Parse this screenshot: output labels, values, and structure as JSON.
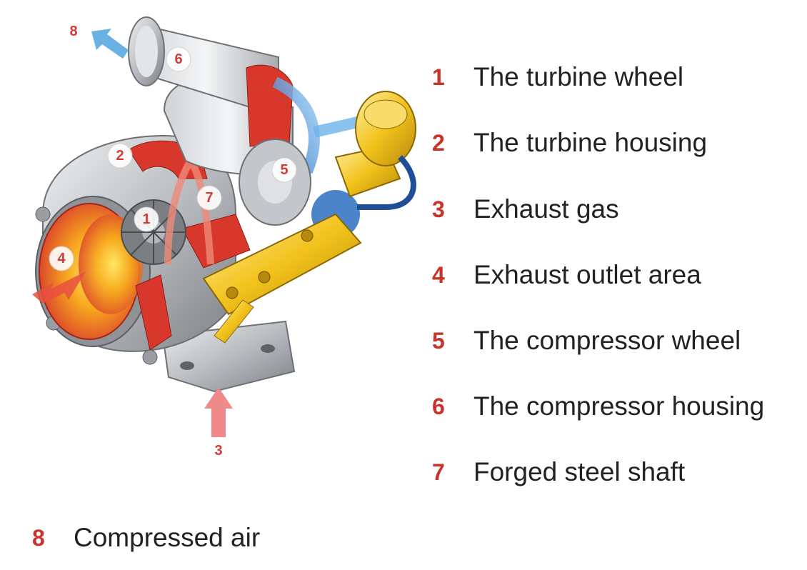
{
  "colors": {
    "accent_red": "#c9342a",
    "text": "#222222",
    "hot_orange": "#f39a1e",
    "cut_red": "#d8382c",
    "steel_grey": "#b9bcc0",
    "air_blue": "#5aa8e0",
    "actuator_yellow": "#f2c21c"
  },
  "diagram": {
    "callouts": [
      "1",
      "2",
      "4",
      "5",
      "6",
      "7"
    ],
    "label_intake": "3",
    "label_outlet": "8"
  },
  "legend": [
    {
      "num": "1",
      "label": "The turbine wheel"
    },
    {
      "num": "2",
      "label": "The turbine housing"
    },
    {
      "num": "3",
      "label": "Exhaust gas"
    },
    {
      "num": "4",
      "label": "Exhaust outlet area"
    },
    {
      "num": "5",
      "label": "The compressor wheel"
    },
    {
      "num": "6",
      "label": "The compressor housing"
    },
    {
      "num": "7",
      "label": "Forged steel shaft"
    }
  ],
  "footer_legend": {
    "num": "8",
    "label": "Compressed air"
  }
}
